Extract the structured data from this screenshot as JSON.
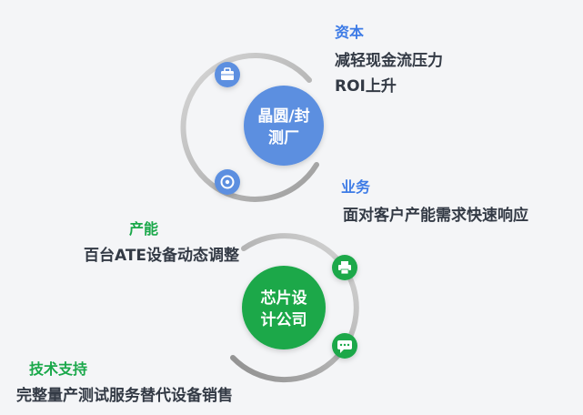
{
  "top_group": {
    "center_label_line1": "晶圆/封",
    "center_label_line2": "测厂",
    "capital": {
      "heading": "资本",
      "line1": "减轻现金流压力",
      "line2": "ROI上升",
      "icon": "briefcase-icon"
    },
    "business": {
      "heading": "业务",
      "line1": "面对客户产能需求快速响应",
      "icon": "target-icon"
    },
    "accent_color": "#5b8fe0",
    "heading_color": "#3d7be6"
  },
  "bottom_group": {
    "center_label_line1": "芯片设",
    "center_label_line2": "计公司",
    "capacity": {
      "heading": "产能",
      "line1": "百台ATE设备动态调整",
      "icon": "printer-icon"
    },
    "tech_support": {
      "heading": "技术支持",
      "line1": "完整量产测试服务替代设备销售",
      "icon": "chat-icon"
    },
    "accent_color": "#1aa84a"
  }
}
